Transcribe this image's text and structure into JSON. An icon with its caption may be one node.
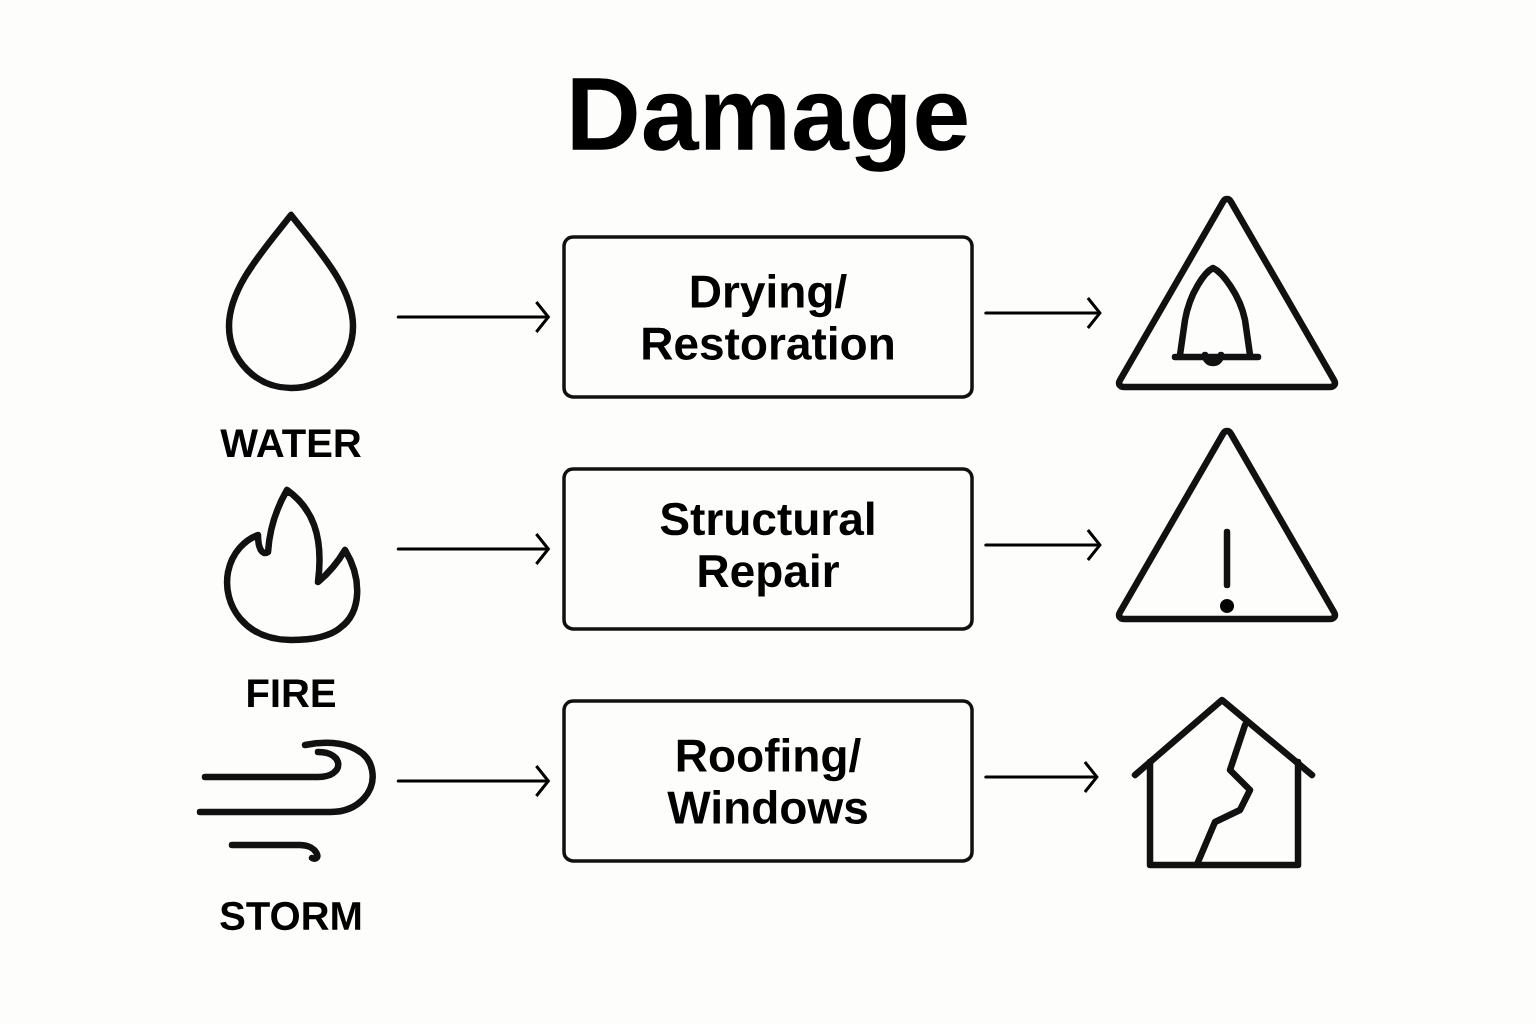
{
  "diagram": {
    "title": "Damage",
    "nodes": [
      {
        "text": [
          "WATER"
        ]
      },
      {
        "text": [
          "Drying/ Restoration"
        ]
      },
      {
        "text": [],
        "shape": "triangle"
      },
      {
        "text": [
          "FIRE"
        ]
      },
      {
        "text": [
          "Structural Repair"
        ]
      },
      {
        "text": [],
        "shape": "triangle"
      },
      {
        "text": [
          "STORM"
        ]
      },
      {
        "text": [
          "Roofing/ Windows"
        ]
      },
      {
        "text": [],
        "shape": "house"
      }
    ],
    "edges": [
      {
        "from": 0,
        "to": 1,
        "arrow": "to"
      },
      {
        "from": 1,
        "to": 2,
        "arrow": "to"
      },
      {
        "from": 3,
        "to": 4,
        "arrow": "to"
      },
      {
        "from": 4,
        "to": 5,
        "arrow": "to"
      },
      {
        "from": 6,
        "to": 7,
        "arrow": "to"
      },
      {
        "from": 7,
        "to": 8,
        "arrow": "to"
      }
    ]
  }
}
